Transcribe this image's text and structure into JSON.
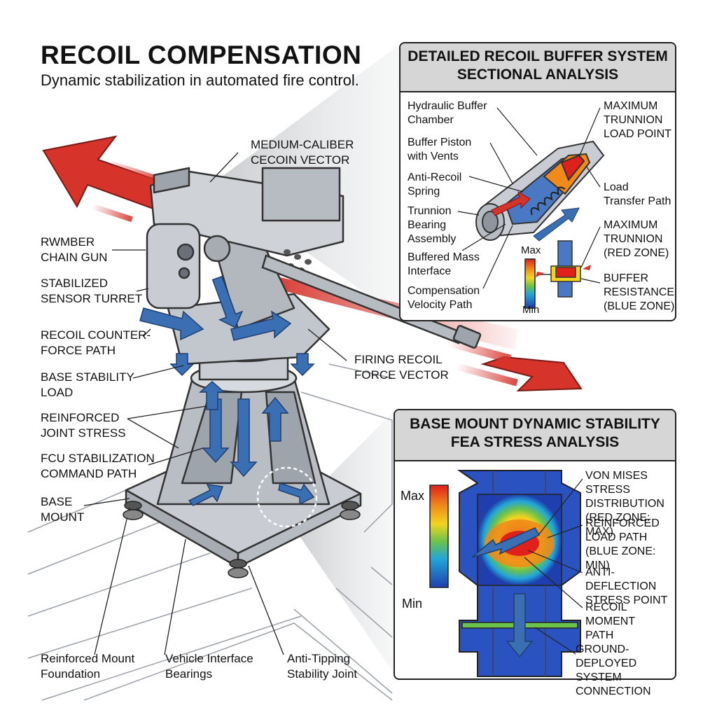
{
  "header": {
    "title": "RECOIL COMPENSATION",
    "subtitle": "Dynamic stabilization in automated fire control."
  },
  "main_labels": {
    "vector_top": "MEDIUM-CALIBER\nCECOIN VECTOR",
    "chain_gun": "RWMBER\nCHAIN GUN",
    "sensor_turret": "STABILIZED\nSENSOR TURRET",
    "counter_force": "RECOIL COUNTER-\nFORCE PATH",
    "base_stability": "BASE STABILITY\nLOAD",
    "joint_stress": "REINFORCED\nJOINT STRESS",
    "fcu_path": "FCU STABILIZATION\nCOMMAND PATH",
    "base_mount": "BASE\nMOUNT",
    "firing_vector": "FIRING RECOIL\nFORCE VECTOR",
    "foundation": "Reinforced Mount\nFoundation",
    "bearings": "Vehicle Interface\nBearings",
    "anti_tipping": "Anti-Tipping\nStability Joint"
  },
  "buffer_panel": {
    "title_line1": "DETAILED RECOIL BUFFER SYSTEM",
    "title_line2": "SECTIONAL ANALYSIS",
    "left_labels": {
      "chamber": "Hydraulic Buffer\nChamber",
      "piston": "Buffer Piston\nwith Vents",
      "spring": "Anti-Recoil\nSpring",
      "trunnion_bearing": "Trunnion\nBearing\nAssembly",
      "buffered_mass": "Buffered Mass\nInterface",
      "velocity": "Compensation\nVelocity Path"
    },
    "right_labels": {
      "max_load": "MAXIMUM\nTRUNNION\nLOAD POINT",
      "load_transfer": "Load\nTransfer Path",
      "red_zone": "MAXIMUM\nTRUNNION\n(RED ZONE)",
      "blue_zone": "BUFFER\nRESISTANCE\n(BLUE ZONE)"
    },
    "scale_max": "Max",
    "scale_min": "Min"
  },
  "fea_panel": {
    "title_line1": "BASE MOUNT DYNAMIC STABILITY",
    "title_line2": "FEA STRESS ANALYSIS",
    "scale_max": "Max",
    "scale_min": "Min",
    "labels": {
      "von_mises": "VON MISES STRESS\nDISTRIBUTION\n(RED ZONE: MAX)",
      "load_path": "REINFORCED\nLOAD PATH\n(BLUE ZONE: MIN)",
      "anti_deflection": "ANTI-DEFLECTION\nSTRESS POINT",
      "moment": "RECOIL MOMENT\nPATH",
      "ground": "GROUND-DEPLOYED\nSYSTEM CONNECTION"
    }
  },
  "colors": {
    "recoil_red": "#d6332b",
    "counter_blue": "#3a6fb4",
    "metal": "#c9cdd3",
    "panel_header": "#d6d6d6"
  }
}
